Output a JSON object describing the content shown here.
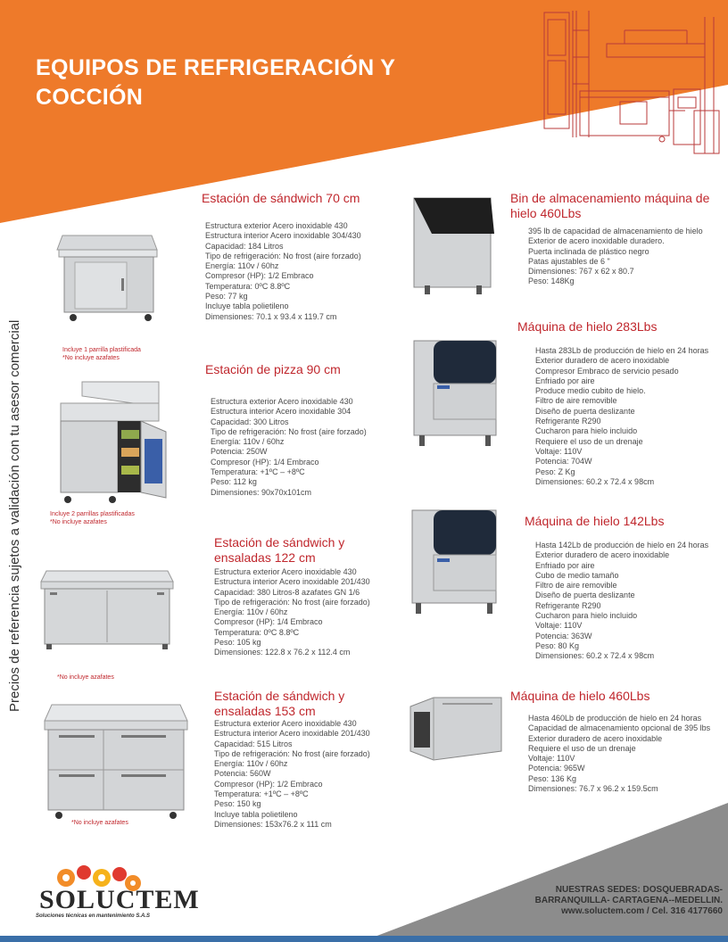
{
  "header": {
    "title_line1": "EQUIPOS DE REFRIGERACIÓN Y",
    "title_line2": "COCCIÓN"
  },
  "side_text": "Precios de referencia sujetos a validación con tu asesor comercial",
  "products": [
    {
      "title": "Estación de sándwich 70 cm",
      "specs": [
        "Estructura exterior Acero inoxidable 430",
        "Estructura interior Acero inoxidable 304/430",
        "Capacidad: 184 Litros",
        "Tipo de refrigeración: No frost (aire forzado)",
        "Energía: 110v / 60hz",
        "Compresor (HP): 1/2 Embraco",
        "Temperatura: 0ºC 8.8ºC",
        "Peso: 77 kg",
        "Incluye tabla polietileno",
        "Dimensiones: 70.1 x 93.4 x 119.7 cm"
      ],
      "notes": [
        "Incluye 1 parrilla plastificada",
        "*No incluye azafates"
      ]
    },
    {
      "title": "Estación de pizza 90 cm",
      "specs": [
        "Estructura exterior Acero inoxidable 430",
        "Estructura interior Acero inoxidable 304",
        "Capacidad: 300 Litros",
        "Tipo de refrigeración: No frost (aire forzado)",
        "Energía: 110v / 60hz",
        "Potencia: 250W",
        "Compresor (HP): 1/4 Embraco",
        "Temperatura: +1ºC – +8ºC",
        "Peso: 112 kg",
        "Dimensiones: 90x70x101cm"
      ],
      "notes": [
        "Incluye 2 parrillas plastificadas",
        "*No incluye azafates"
      ]
    },
    {
      "title_line1": "Estación de sándwich y",
      "title_line2": "ensaladas 122 cm",
      "specs": [
        "Estructura exterior Acero inoxidable 430",
        "Estructura interior Acero inoxidable 201/430",
        "Capacidad: 380 Litros-8 azafates GN 1/6",
        "Tipo de refrigeración: No frost (aire forzado)",
        "Energía: 110v / 60hz",
        "Compresor (HP): 1/4 Embraco",
        "Temperatura: 0ºC 8.8ºC",
        "Peso: 105 kg",
        "Dimensiones: 122.8 x 76.2 x 112.4 cm"
      ],
      "notes": [
        "*No incluye azafates"
      ]
    },
    {
      "title_line1": "Estación de sándwich y",
      "title_line2": "ensaladas 153 cm",
      "specs": [
        "Estructura exterior Acero inoxidable 430",
        "Estructura interior Acero inoxidable 201/430",
        "Capacidad: 515 Litros",
        "Tipo de refrigeración: No frost (aire forzado)",
        "Energía: 110v / 60hz",
        "Potencia: 560W",
        "Compresor (HP): 1/2 Embraco",
        "Temperatura: +1ºC – +8ºC",
        "Peso: 150 kg",
        "Incluye tabla polietileno",
        "Dimensiones: 153x76.2 x 111 cm"
      ],
      "notes": [
        "*No incluye azafates"
      ]
    },
    {
      "title_line1": "Bin de almacenamiento máquina de",
      "title_line2": "hielo 460Lbs",
      "specs": [
        "395 lb de capacidad de almacenamiento de hielo",
        "Exterior de acero inoxidable duradero.",
        "Puerta inclinada de plástico negro",
        "Patas ajustables de 6 \"",
        "Dimensiones: 767 x 62 x 80.7",
        "Peso: 148Kg"
      ]
    },
    {
      "title": "Máquina de hielo 283Lbs",
      "specs": [
        "Hasta 283Lb de producción de hielo en 24 horas",
        "Exterior duradero de acero inoxidable",
        "Compresor Embraco de servicio pesado",
        "Enfriado por aire",
        "Produce medio cubito de hielo.",
        "Filtro de aire removible",
        "Diseño de puerta deslizante",
        "Refrigerante R290",
        "Cucharon para hielo incluido",
        "Requiere el uso de un drenaje",
        "Voltaje: 110V",
        "Potencia: 704W",
        "Peso: Z Kg",
        "Dimensiones: 60.2 x 72.4 x 98cm"
      ]
    },
    {
      "title": "Máquina de hielo 142Lbs",
      "specs": [
        "Hasta 142Lb de producción de hielo en 24 horas",
        "Exterior duradero de acero inoxidable",
        "Enfriado por aire",
        "Cubo de medio tamaño",
        "Filtro de aire removible",
        "Diseño de puerta deslizante",
        "Refrigerante R290",
        "Cucharon para hielo incluido",
        "Voltaje: 110V",
        "Potencia: 363W",
        "Peso: 80 Kg",
        "Dimensiones: 60.2 x 72.4 x 98cm"
      ]
    },
    {
      "title": "Máquina de hielo 460Lbs",
      "specs": [
        "Hasta 460Lb de producción de hielo en 24 horas",
        "Capacidad de almacenamiento opcional de 395 lbs",
        "Exterior duradero de acero inoxidable",
        "Requiere el uso de un drenaje",
        "Voltaje: 110V",
        "Potencia: 965W",
        "Peso: 136 Kg",
        "Dimensiones: 76.7 x 96.2 x 159.5cm"
      ]
    }
  ],
  "footer": {
    "line1": "NUESTRAS SEDES: DOSQUEBRADAS-",
    "line2": "BARRANQUILLA- CARTAGENA--MEDELLIN.",
    "line3": "www.soluctem.com / Cel. 316 4177660",
    "logo_name": "SOLUCTEM",
    "logo_tagline": "Soluciones técnicas en mantenimiento S.A.S"
  },
  "colors": {
    "orange": "#ee7a2a",
    "red": "#c0272d",
    "gray": "#8c8c8c",
    "blue": "#3a6fa8"
  }
}
